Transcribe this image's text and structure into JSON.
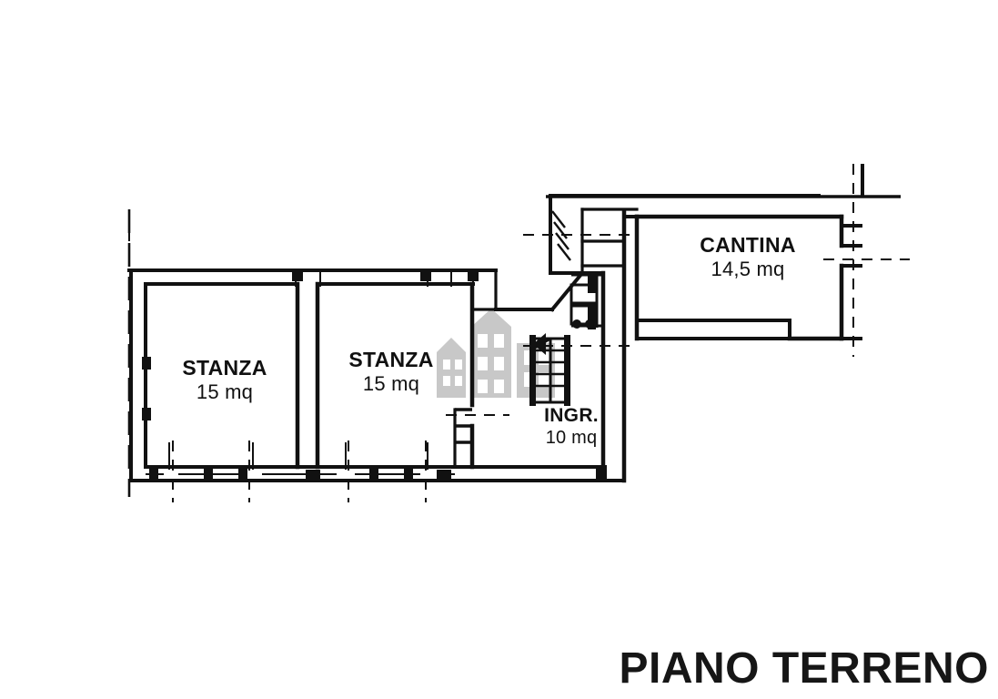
{
  "document": {
    "title": "PIANO TERRENO",
    "type": "floor-plan",
    "language": "it",
    "background_color": "#ffffff",
    "line_color": "#111111",
    "watermark_color": "#c8c8c8"
  },
  "rooms": [
    {
      "id": "stanza-1",
      "name": "STANZA",
      "area": "15 mq",
      "area_value": 15,
      "area_unit": "mq"
    },
    {
      "id": "stanza-2",
      "name": "STANZA",
      "area": "15 mq",
      "area_value": 15,
      "area_unit": "mq"
    },
    {
      "id": "cantina",
      "name": "CANTINA",
      "area": "14,5 mq",
      "area_value": 14.5,
      "area_unit": "mq"
    },
    {
      "id": "ingresso",
      "name": "INGR.",
      "area": "10 mq",
      "area_value": 10,
      "area_unit": "mq"
    }
  ],
  "features": {
    "staircase": "staircase-icon",
    "watermark": "building-watermark-icon"
  }
}
